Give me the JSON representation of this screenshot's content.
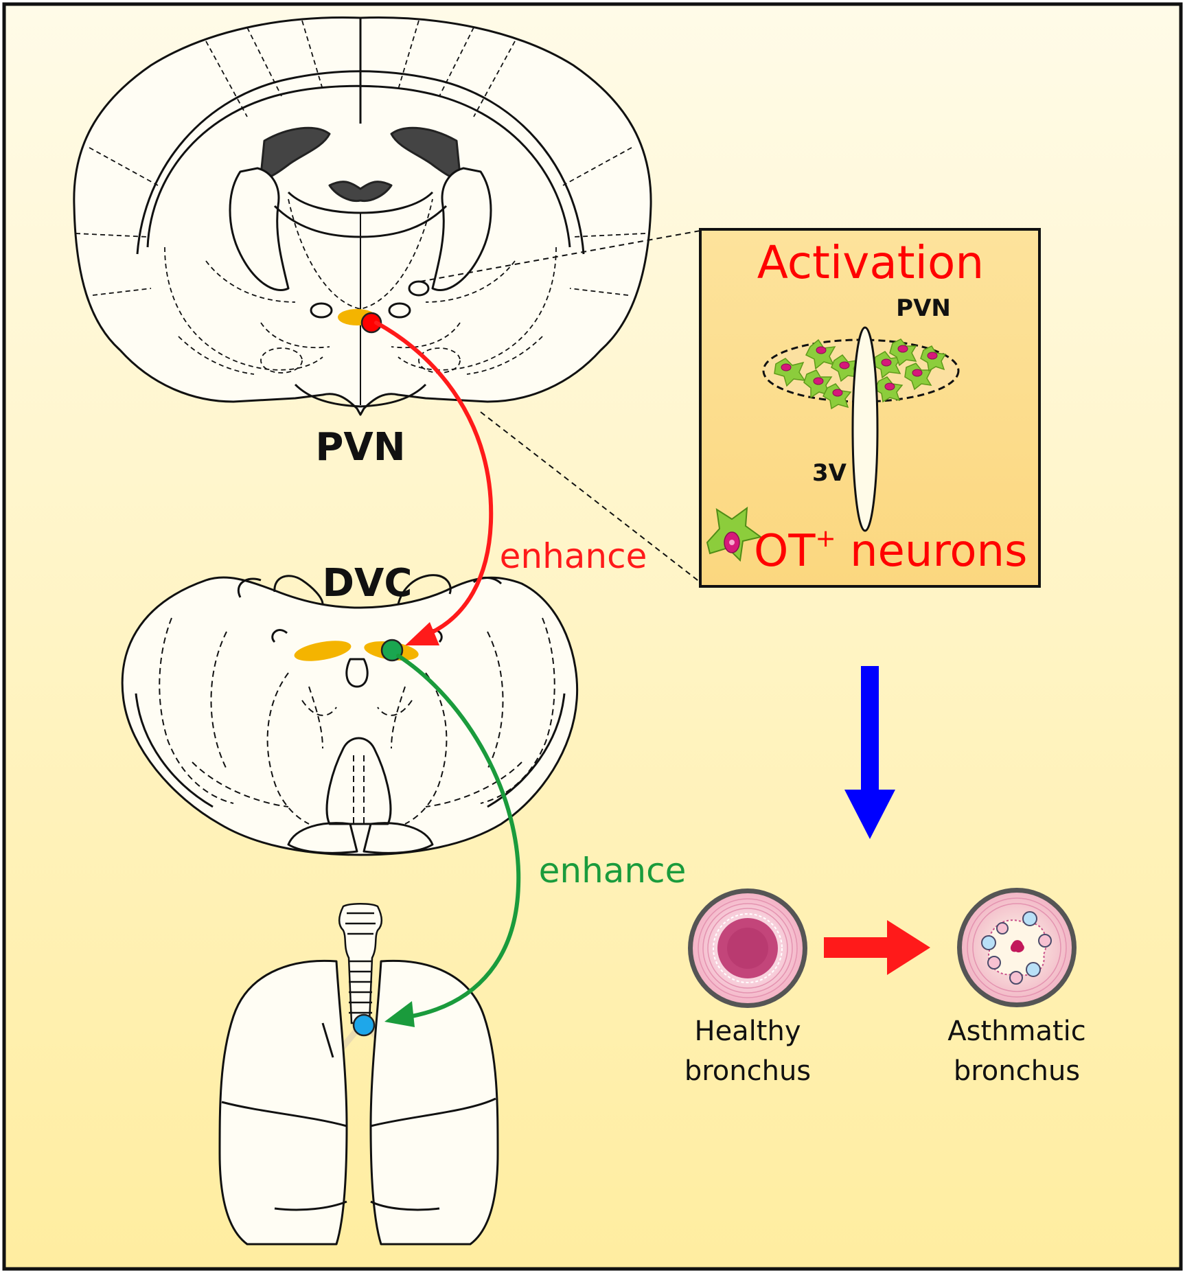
{
  "brain": {
    "label": "PVN"
  },
  "brainstem": {
    "label": "DVC"
  },
  "pathway": {
    "arrow1_label": "enhance",
    "arrow2_label": "enhance"
  },
  "inset": {
    "title": "Activation",
    "pvn_label": "PVN",
    "ventricle_label": "3V",
    "legend_label": "OT",
    "legend_sup": "+",
    "legend_suffix": " neurons"
  },
  "outcome": {
    "healthy_line1": "Healthy",
    "healthy_line2": "bronchus",
    "asthmatic_line1": "Asthmatic",
    "asthmatic_line2": "bronchus"
  },
  "colors": {
    "activation": "#ff0000",
    "enhance_red": "#ff1a1a",
    "enhance_green": "#1a9b3c",
    "down_arrow": "#0000ff",
    "nucleus_fill": "#f4b400",
    "pvn_dot": "#ff0000",
    "dvc_dot": "#1aa650",
    "lung_dot": "#1ea7ea"
  }
}
